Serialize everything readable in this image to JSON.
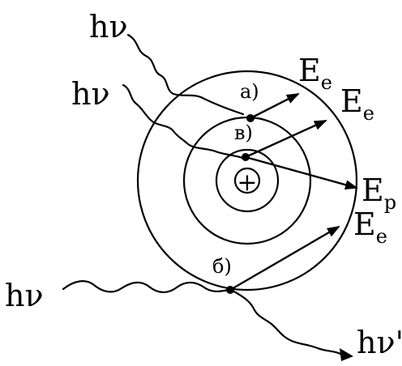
{
  "labels": {
    "photon": "hν",
    "photon_scattered": "hν'",
    "electron_energy": "E",
    "electron_sub": "e",
    "proton_energy": "E",
    "proton_sub": "p",
    "case_a": "а)",
    "case_b": "б)",
    "case_v": "в)",
    "plus": "+"
  }
}
